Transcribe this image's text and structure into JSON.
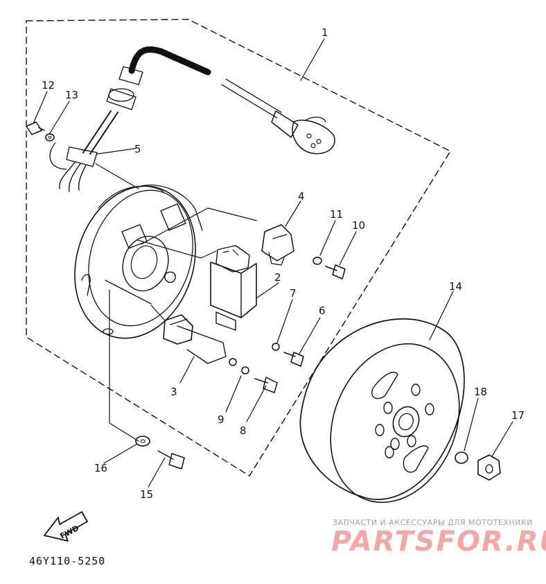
{
  "diagram": {
    "callouts": [
      "1",
      "2",
      "3",
      "4",
      "5",
      "6",
      "7",
      "8",
      "9",
      "10",
      "11",
      "12",
      "13",
      "14",
      "15",
      "16",
      "17",
      "18"
    ],
    "fwd_label": "FWD",
    "drawing_code": "46Y110-5250"
  },
  "watermark": {
    "subtitle": "ЗАПЧАСТИ И АКСЕССУАРЫ ДЛЯ МОТОТЕХНИКИ",
    "brand": "PARTSFOR.RU",
    "color": "#f0a8a8"
  }
}
